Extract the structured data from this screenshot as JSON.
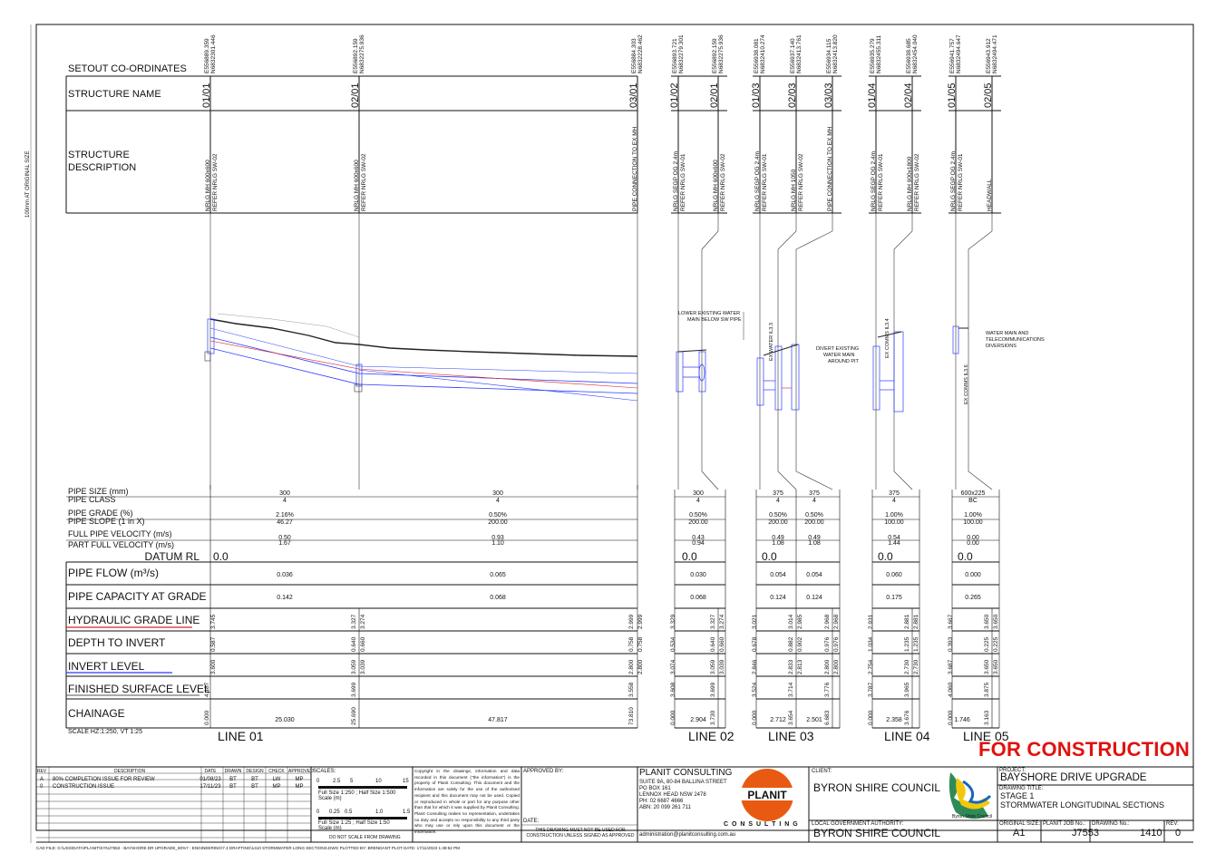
{
  "left_margin_note": "100mm AT ORIGINAL SIZE",
  "rows": {
    "setout": "SETOUT CO-ORDINATES",
    "structure_name": "STRUCTURE NAME",
    "structure_description_1": "STRUCTURE",
    "structure_description_2": "DESCRIPTION",
    "pipe_size": "PIPE SIZE (mm)",
    "pipe_class": "PIPE CLASS",
    "pipe_grade": "PIPE GRADE (%)",
    "pipe_slope": "PIPE SLOPE (1 in X)",
    "full_vel": "FULL PIPE VELOCITY (m/s)",
    "part_vel": "PART FULL VELOCITY (m/s)",
    "datum": "DATUM RL",
    "pipe_flow": "PIPE FLOW (m³/s)",
    "pipe_capacity": "PIPE CAPACITY AT GRADE",
    "hgl": "HYDRAULIC GRADE LINE",
    "depth": "DEPTH TO INVERT",
    "invert": "INVERT LEVEL",
    "fsl": "FINISHED SURFACE LEVEL",
    "chainage": "CHAINAGE",
    "scale_note": "SCALE HZ:1:250, VT 1:25"
  },
  "structures": [
    {
      "coord1": "E556889.359",
      "coord2": "N6832301.446",
      "name": "01/01",
      "desc1": "NRLG MH 600x600",
      "desc2": "REFER NRLG SW-02"
    },
    {
      "coord1": "E556892.159",
      "coord2": "N6832275.936",
      "name": "02/01",
      "desc1": "NRLG MH 600x600",
      "desc2": "REFER NRLG SW-02"
    },
    {
      "coord1": "E556884.303",
      "coord2": "N6832228.462",
      "name": "03/01",
      "desc1": "PIPE CONNECTION TO EX MH",
      "desc2": ""
    },
    {
      "coord1": "E556893.721",
      "coord2": "N6832279.301",
      "name": "01/02",
      "desc1": "NRLG SEGP OG 2.4m",
      "desc2": "REFER NRLG SW-01"
    },
    {
      "coord1": "E556892.159",
      "coord2": "N6832275.936",
      "name": "02/01",
      "desc1": "NRLG MH 600x600",
      "desc2": "REFER NRLG SW-02"
    },
    {
      "coord1": "E556938.081",
      "coord2": "N6832410.274",
      "name": "01/03",
      "desc1": "NRLG SEGP OG 2.4m",
      "desc2": "REFER NRLG SW-01"
    },
    {
      "coord1": "E556937.140",
      "coord2": "N6832413.761",
      "name": "02/03",
      "desc1": "NRLG MH 1050",
      "desc2": "REFER NRLG SW-02"
    },
    {
      "coord1": "E556934.115",
      "coord2": "N6832413.820",
      "name": "03/03",
      "desc1": "PIPE CONNECTION TO EX MH",
      "desc2": ""
    },
    {
      "coord1": "E556935.279",
      "coord2": "N6832455.311",
      "name": "01/04",
      "desc1": "NRLG SEGP OG 2.4m",
      "desc2": "REFER NRLG SW-01"
    },
    {
      "coord1": "E556938.685",
      "coord2": "N6832454.040",
      "name": "02/04",
      "desc1": "NRLG MH 900x1800",
      "desc2": "REFER NRLG SW-02"
    },
    {
      "coord1": "E556941.757",
      "coord2": "N6832494.647",
      "name": "01/05",
      "desc1": "NRLG SEGP OG 2.4m",
      "desc2": "REFER NRLG SW-01"
    },
    {
      "coord1": "E556943.912",
      "coord2": "N6832494.471",
      "name": "02/05",
      "desc1": "HEADWALL",
      "desc2": ""
    }
  ],
  "annotations": {
    "lower_water_1": "LOWER  EXISTING WATER",
    "lower_water_2": "MAIN BELOW SW PIPE",
    "ex_water": "EX WATER IL3.3",
    "divert_1": "DIVERT EXISTING",
    "divert_2": "WATER MAIN",
    "divert_3": "AROUND PIT",
    "ex_comms_4": "EX COMMS IL3.4",
    "water_main_1": "WATER MAIN AND",
    "water_main_2": "TELECOMMUNICATIONS",
    "water_main_3": "DIVERSIONS",
    "ex_comms_5": "EX COMMS IL3.6"
  },
  "pipe_values": [
    {
      "size": "300",
      "class": "4",
      "grade": "2.16%",
      "slope": "46.27",
      "full": "0.50",
      "part": "1.67",
      "flow": "0.036",
      "capacity": "0.142"
    },
    {
      "size": "300",
      "class": "4",
      "grade": "0.50%",
      "slope": "200.00",
      "full": "0.93",
      "part": "1.10",
      "flow": "0.065",
      "capacity": "0.068"
    },
    {
      "size": "300",
      "class": "4",
      "grade": "0.50%",
      "slope": "200.00",
      "full": "0.43",
      "part": "0.94",
      "flow": "0.030",
      "capacity": "0.068"
    },
    {
      "size": "375",
      "class": "4",
      "grade": "0.50%",
      "slope": "200.00",
      "full": "0.49",
      "part": "1.08",
      "flow": "0.054",
      "capacity": "0.124"
    },
    {
      "size": "375",
      "class": "4",
      "grade": "0.50%",
      "slope": "200.00",
      "full": "0.49",
      "part": "1.08",
      "flow": "0.054",
      "capacity": "0.124"
    },
    {
      "size": "375",
      "class": "4",
      "grade": "1.00%",
      "slope": "100.00",
      "full": "0.54",
      "part": "1.44",
      "flow": "0.060",
      "capacity": "0.175"
    },
    {
      "size": "600x225",
      "class": "BC",
      "grade": "1.00%",
      "slope": "100.00",
      "full": "0.00",
      "part": "0.00",
      "flow": "0.000",
      "capacity": "0.265"
    }
  ],
  "datum_values": [
    "0.0",
    "0.0",
    "0.0",
    "0.0",
    "0.0"
  ],
  "vertical_values": {
    "hgl": [
      "3.745",
      "3.327",
      "3.274",
      "2.999",
      "2.999",
      "3.329",
      "3.327",
      "3.274",
      "3.021",
      "3.014",
      "2.985",
      "2.968",
      "2.968",
      "2.931",
      "2.881",
      "2.881",
      "3.667",
      "3.650",
      "3.650"
    ],
    "depth": [
      "0.587",
      "0.640",
      "0.660",
      "0.758",
      "0.758",
      "0.534",
      "0.640",
      "0.660",
      "0.678",
      "0.882",
      "0.902",
      "0.976",
      "0.976",
      "1.034",
      "1.235",
      "1.235",
      "0.393",
      "0.225",
      "0.225"
    ],
    "invert": [
      "3.600",
      "3.059",
      "3.039",
      "2.800",
      "2.800",
      "3.074",
      "3.059",
      "3.039",
      "2.846",
      "2.833",
      "2.813",
      "2.800",
      "2.800",
      "2.754",
      "2.730",
      "2.730",
      "3.687",
      "3.650",
      "3.650"
    ],
    "fsl": [
      "4.187",
      "3.699",
      "3.558",
      "3.608",
      "3.699",
      "3.524",
      "3.714",
      "3.776",
      "3.787",
      "3.965",
      "4.060",
      "3.875"
    ],
    "chainage": [
      "0.000",
      "25.690",
      "73.810",
      "0.000",
      "3.730",
      "0.000",
      "3.654",
      "6.683",
      "0.000",
      "3.676",
      "0.000",
      "3.163"
    ],
    "chainage_lengths": [
      "25.030",
      "47.817",
      "2.904",
      "2.712",
      "2.501",
      "2.358",
      "1.746"
    ]
  },
  "lines": [
    "LINE 01",
    "LINE 02",
    "LINE 03",
    "LINE 04",
    "LINE 05"
  ],
  "for_construction": "FOR CONSTRUCTION",
  "revisions": {
    "headers": [
      "REV",
      "DESCRIPTION",
      "DATE",
      "DRAWN",
      "DESIGN",
      "CHECK",
      "APPROVED"
    ],
    "rows": [
      [
        "A",
        "80% COMPLETION ISSUE FOR REVIEW",
        "01/08/23",
        "BT",
        "BT",
        "LW",
        "MP"
      ],
      [
        "0",
        "CONSTRUCTION ISSUE",
        "17/11/23",
        "BT",
        "BT",
        "MP",
        "MP"
      ]
    ]
  },
  "scales": {
    "title": "SCALES:",
    "bar1_ticks": [
      "0",
      "2.5",
      "5",
      "10",
      "15"
    ],
    "bar1_text1": "Full Size 1:250 ; Half Size 1:500",
    "bar1_text2": "Scale (m)",
    "bar2_ticks": [
      "0",
      "0.25",
      "0.5",
      "1.0",
      "1.5"
    ],
    "bar2_text1": "Full Size 1:25 ; Half Size 1:50",
    "bar2_text2": "Scale (m)",
    "do_not_scale": "DO NOT SCALE FROM DRAWING"
  },
  "copyright": "Copyright in the drawings, information and data recorded in this document (\"the information\") is the property of Planit Consulting. This document and the information are solely for the use of the authorised recipient and this document may not be used. Copied or reproduced in whole or part for any purpose other than that for which it was supplied by Planit Consulting. Planit Consulting makes no representation, undertakes no duty and accepts no responsibility to any third party who may use or rely upon this document or the information.",
  "approved_by": "APPROVED BY:",
  "date_label": "DATE:",
  "not_for_construction_1": "THIS DRAWING MUST NOT BE USED FOR",
  "not_for_construction_2": "CONSTRUCTION UNLESS SIGNED AS APPROVED",
  "consultant": {
    "name": "PLANIT CONSULTING",
    "address1": "SUITE 9A, 80-84 BALLINA STREET",
    "address2": "PO BOX 161",
    "address3": "LENNOX HEAD NSW 2478",
    "phone": "PH: 02 6687 4666",
    "abn": "ABN: 20 099 261 711",
    "email": "administration@planitconsulting.com.au",
    "logo_text": "PLANIT",
    "logo_sub": "C O N S U L T I N G"
  },
  "client": {
    "label": "CLIENT:",
    "name": "BYRON SHIRE COUNCIL",
    "lga_label": "LOCAL GOVERNMENT AUTHORITY:",
    "lga": "BYRON SHIRE COUNCIL",
    "logo_text": "Byron Shire Council"
  },
  "project": {
    "label": "PROJECT:",
    "name": "BAYSHORE DRIVE UPGRADE",
    "title_label": "DRAWING TITLE:",
    "title1": "STAGE 1",
    "title2": "STORMWATER LONGITUDINAL SECTIONS"
  },
  "sheet": {
    "size_label": "ORIGINAL SIZE:",
    "size": "A1",
    "job_label": "PLANIT JOB No.:",
    "job": "J7553",
    "drawing_label": "DRAWING No.:",
    "drawing": "1410",
    "rev_label": "REV:",
    "rev": "0"
  },
  "cad_file": "CAD FILE: G:\\USS\\DATA\\PLANIT\\SYNJ7553 - BAYSHORE DR UPGRADE_60%7 - ENGINEERING\\7.4 DRAFTING\\1410 STORMWATER LONG SECTIONS.DWG PLOTTED BY: BRENDANT  PLOT DATE: 17/11/2023 1:49:52 PM",
  "colors": {
    "ink": "#111111",
    "pipe": "#2a3cff",
    "hgl": "#e02020",
    "construction": "#e0120f",
    "logo_orange": "#e85a12"
  }
}
